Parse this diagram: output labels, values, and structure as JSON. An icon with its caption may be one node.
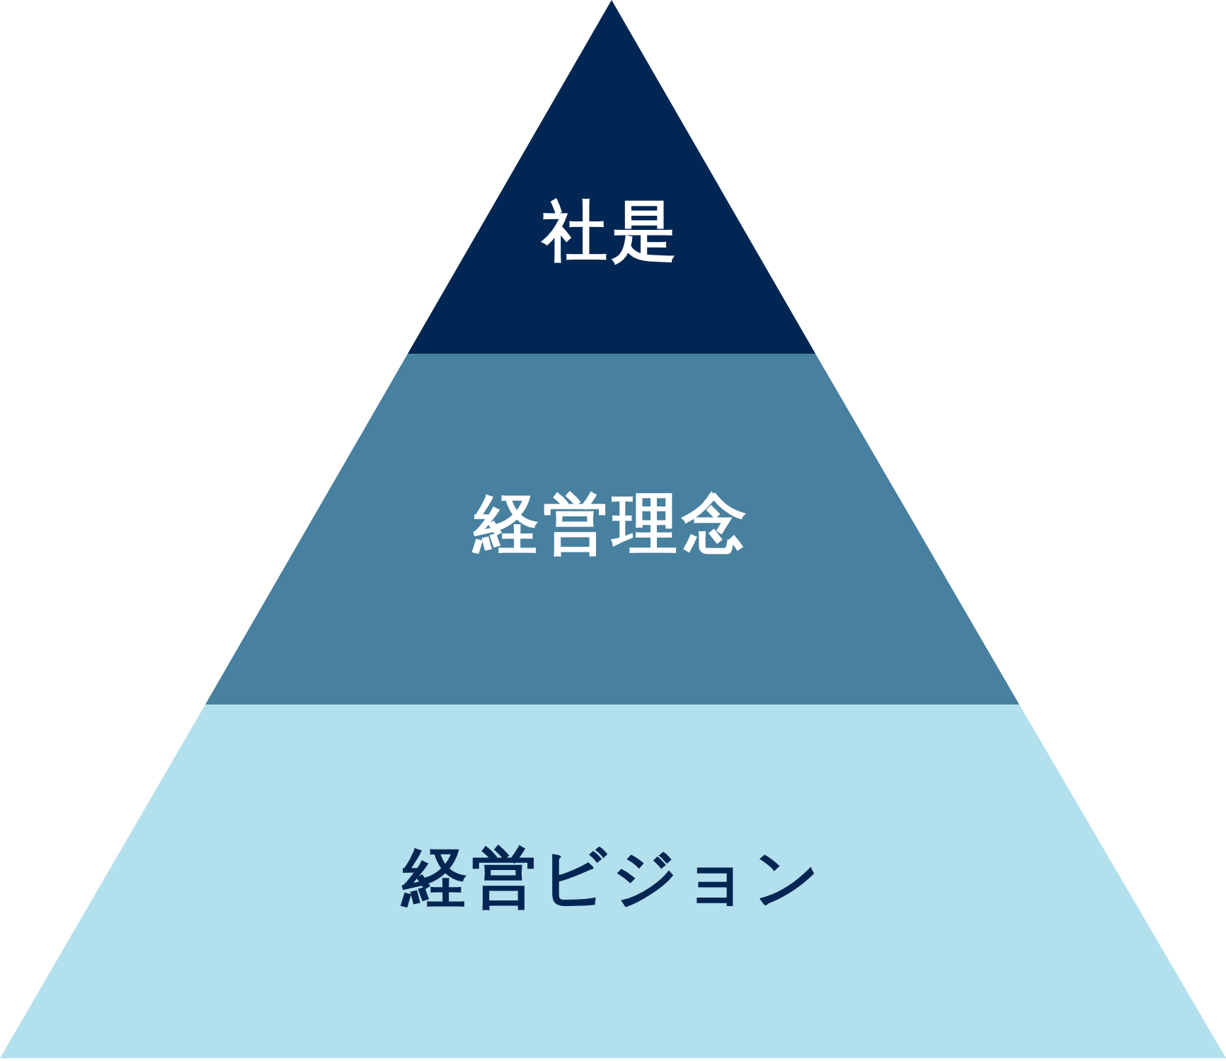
{
  "diagram": {
    "nodes": [
      {
        "text": [
          "社是"
        ]
      },
      {
        "text": [
          "経営理念"
        ]
      },
      {
        "text": [
          "経営ビジョン"
        ]
      }
    ]
  }
}
